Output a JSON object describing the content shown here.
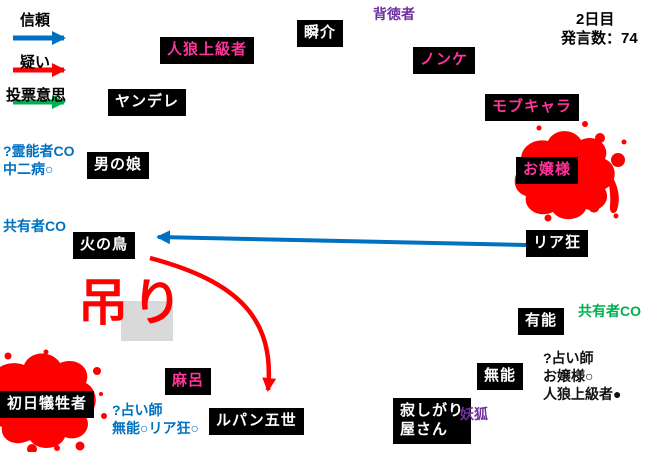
{
  "header": {
    "day": "2日目",
    "statements": "発言数：74"
  },
  "legend": {
    "trust": "信頼",
    "suspicion": "疑い",
    "vote": "投票意思"
  },
  "players": {
    "shunsuke": {
      "label": "瞬介"
    },
    "jinro_jokyusha": {
      "label": "人狼上級者"
    },
    "nonke": {
      "label": "ノンケ"
    },
    "yandere": {
      "label": "ヤンデレ"
    },
    "mob_chara": {
      "label": "モブキャラ"
    },
    "otoko_no_ko": {
      "label": "男の娘"
    },
    "ojousama": {
      "label": "お嬢様"
    },
    "hi_no_tori": {
      "label": "火の鳥"
    },
    "ria_kyou": {
      "label": "リア狂"
    },
    "yuunou": {
      "label": "有能"
    },
    "maro": {
      "label": "麻呂"
    },
    "munou": {
      "label": "無能"
    },
    "shonichi_giseisha": {
      "label": "初日犠牲者"
    },
    "lupin_gosei": {
      "label": "ルパン五世"
    },
    "sabishigariyasan": {
      "label": "寂しがり\n屋さん"
    }
  },
  "annotations": {
    "haitokusha": "背徳者",
    "reinousha_co": "?霊能者CO\n中二病○",
    "kyouyuusha_co_left": "共有者CO",
    "kyouyuusha_co_right": "共有者CO",
    "uranaishi_right": "?占い師\nお嬢様○\n人狼上級者●",
    "uranaishi_bottom": "?占い師\n無能○リア狂○",
    "youko": "妖狐",
    "tsuri": "吊り"
  },
  "arrows": {
    "trust_main": {
      "type": "信頼",
      "from": "リア狂",
      "to": "火の鳥"
    },
    "suspicion_main": {
      "type": "疑い",
      "from": "火の鳥",
      "to": "ルパン五世"
    }
  },
  "colors": {
    "pink": "#ff3399",
    "blue": "#0070c0",
    "green": "#00b050",
    "purple": "#7030a0",
    "red": "#ff0000",
    "plate_bg": "#000000",
    "plate_text": "#ffffff",
    "highlight": "#d9d9d9"
  }
}
